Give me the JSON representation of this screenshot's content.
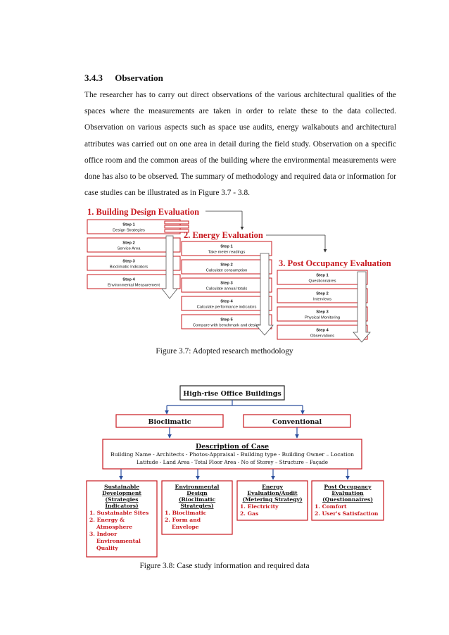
{
  "section": {
    "number": "3.4.3",
    "title": "Observation",
    "paragraph": "The researcher has to carry out direct observations of the various architectural qualities of the spaces where the measurements are taken in order to relate these to the data collected. Observation on various aspects such as space use audits, energy walkabouts and architectural attributes was carried out on one area in detail during the field study. Observation on a specific office room and the common areas of the building where the environmental measurements were done has also to be observed. The summary of methodology and required data or information for case studies can be illustrated as in Figure 3.7 - 3.8."
  },
  "figure37": {
    "caption": "Figure 3.7: Adopted research methodology",
    "building": {
      "title": "1. Building Design Evaluation",
      "steps": [
        {
          "step": "Step 1",
          "label": "Design Strategies"
        },
        {
          "step": "Step 2",
          "label": "Service Area"
        },
        {
          "step": "Step 3",
          "label": "Bioclimatic Indicators"
        },
        {
          "step": "Step 4",
          "label": "Environmental Measurement"
        }
      ]
    },
    "energy": {
      "title": "2. Energy Evaluation",
      "steps": [
        {
          "step": "Step 1",
          "label": "Take meter readings"
        },
        {
          "step": "Step 2",
          "label": "Calculate consumption"
        },
        {
          "step": "Step 3",
          "label": "Calculate annual totals"
        },
        {
          "step": "Step 4",
          "label": "Calculate performance indicators"
        },
        {
          "step": "Step 5",
          "label": "Compare with benchmark and design"
        }
      ]
    },
    "poe": {
      "title": "3. Post Occupancy Evaluation",
      "steps": [
        {
          "step": "Step 1",
          "label": "Questionnaires"
        },
        {
          "step": "Step 2",
          "label": "Interviews"
        },
        {
          "step": "Step 3",
          "label": "Physical Monitoring"
        },
        {
          "step": "Step 4",
          "label": "Observations"
        }
      ]
    }
  },
  "figure38": {
    "caption": "Figure 3.8: Case study information and required data",
    "top": "High-rise Office Buildings",
    "left": "Bioclimatic",
    "right": "Conventional",
    "desc_title": "Description of Case",
    "desc_line1": "Building Name - Architects - Photos-Appraisal - Building type - Building Owner – Location",
    "desc_line2": "Latitude - Land Area - Total Floor Area - No of Storey – Structure – Façade",
    "boxes": [
      {
        "head": [
          "Sustainable",
          "Development",
          "(Strategies",
          "Indicators)"
        ],
        "items": [
          "1. Sustainable Sites",
          "2. Energy &",
          "Atmosphere",
          "3. Indoor",
          "Environmental",
          "Quality"
        ]
      },
      {
        "head": [
          "Environmental",
          "Design",
          "(Bioclimatic",
          "Strategies)"
        ],
        "items": [
          "1. Bioclimatic",
          "2. Form and",
          "Envelope"
        ]
      },
      {
        "head": [
          "Energy",
          "Evaluation/Audit",
          "(Metering Strategy)"
        ],
        "items": [
          "1. Electricity",
          "2. Gas"
        ]
      },
      {
        "head": [
          "Post Occupancy",
          "Evaluation",
          "(Questionnaires)"
        ],
        "items": [
          "1. Comfort",
          "2. User's Satisfaction"
        ]
      }
    ]
  }
}
